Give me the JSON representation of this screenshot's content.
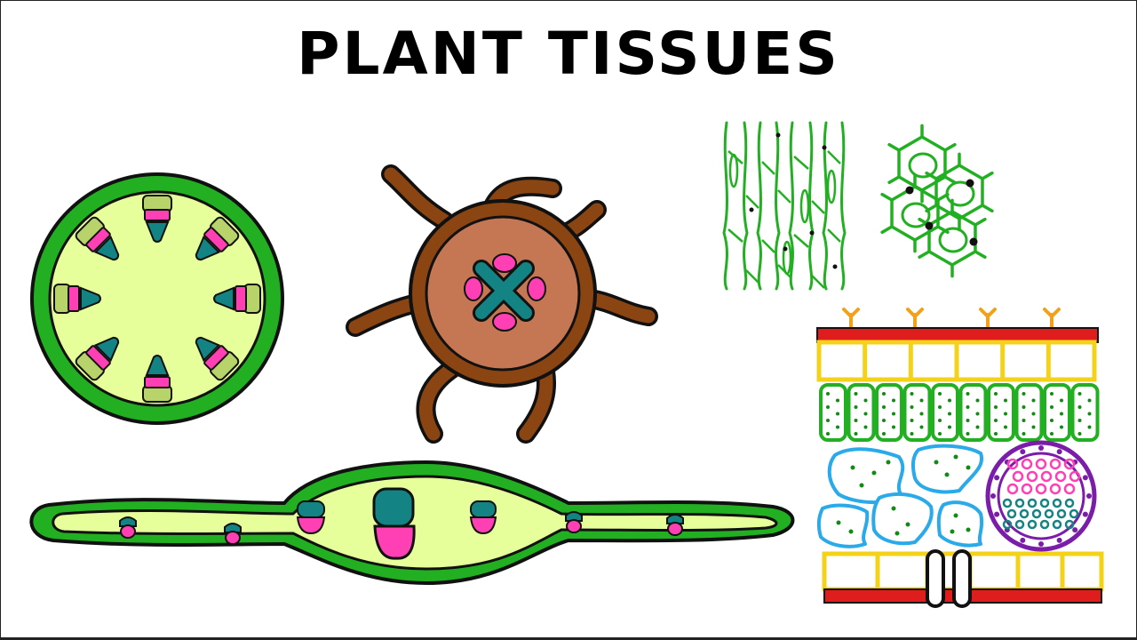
{
  "title": "PLANT TISSUES",
  "colors": {
    "ink": "#111111",
    "green": "#22b022",
    "darkgreen": "#138a13",
    "lightgreen": "#e6ff9a",
    "olive": "#b7d36a",
    "pink": "#ff3fb4",
    "teal": "#138383",
    "brown": "#8b4513",
    "root_core": "#c47752",
    "red": "#e01d1d",
    "yellow": "#f5d21a",
    "blue": "#2aaae8",
    "purple": "#7a1da8"
  },
  "illustrations": [
    "dicot-stem-cross-section",
    "root-cross-section",
    "leaf-blade-cross-section",
    "elongated-cells-tissue",
    "polygonal-cells-tissue",
    "leaf-layers-cross-section"
  ]
}
